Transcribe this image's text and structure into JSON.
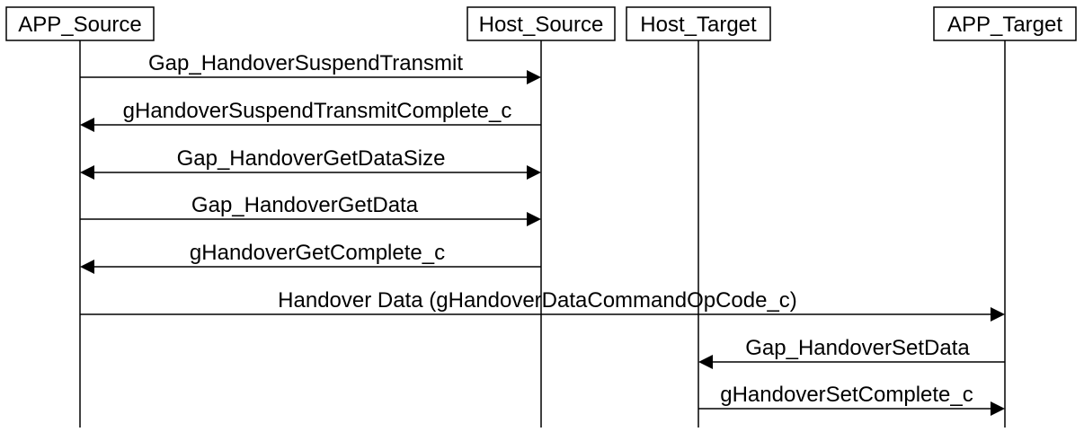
{
  "participants": [
    {
      "id": "app_source",
      "label": "APP_Source"
    },
    {
      "id": "host_source",
      "label": "Host_Source"
    },
    {
      "id": "host_target",
      "label": "Host_Target"
    },
    {
      "id": "app_target",
      "label": "APP_Target"
    }
  ],
  "messages": [
    {
      "label": "Gap_HandoverSuspendTransmit",
      "from": "app_source",
      "to": "host_source",
      "bidirectional": false
    },
    {
      "label": "gHandoverSuspendTransmitComplete_c",
      "from": "host_source",
      "to": "app_source",
      "bidirectional": false
    },
    {
      "label": "Gap_HandoverGetDataSize",
      "from": "app_source",
      "to": "host_source",
      "bidirectional": true
    },
    {
      "label": "Gap_HandoverGetData",
      "from": "app_source",
      "to": "host_source",
      "bidirectional": false
    },
    {
      "label": "gHandoverGetComplete_c",
      "from": "host_source",
      "to": "app_source",
      "bidirectional": false
    },
    {
      "label": "Handover Data (gHandoverDataCommandOpCode_c)",
      "from": "app_source",
      "to": "app_target",
      "bidirectional": false
    },
    {
      "label": "Gap_HandoverSetData",
      "from": "app_target",
      "to": "host_target",
      "bidirectional": false
    },
    {
      "label": "gHandoverSetComplete_c",
      "from": "host_target",
      "to": "app_target",
      "bidirectional": false
    }
  ]
}
